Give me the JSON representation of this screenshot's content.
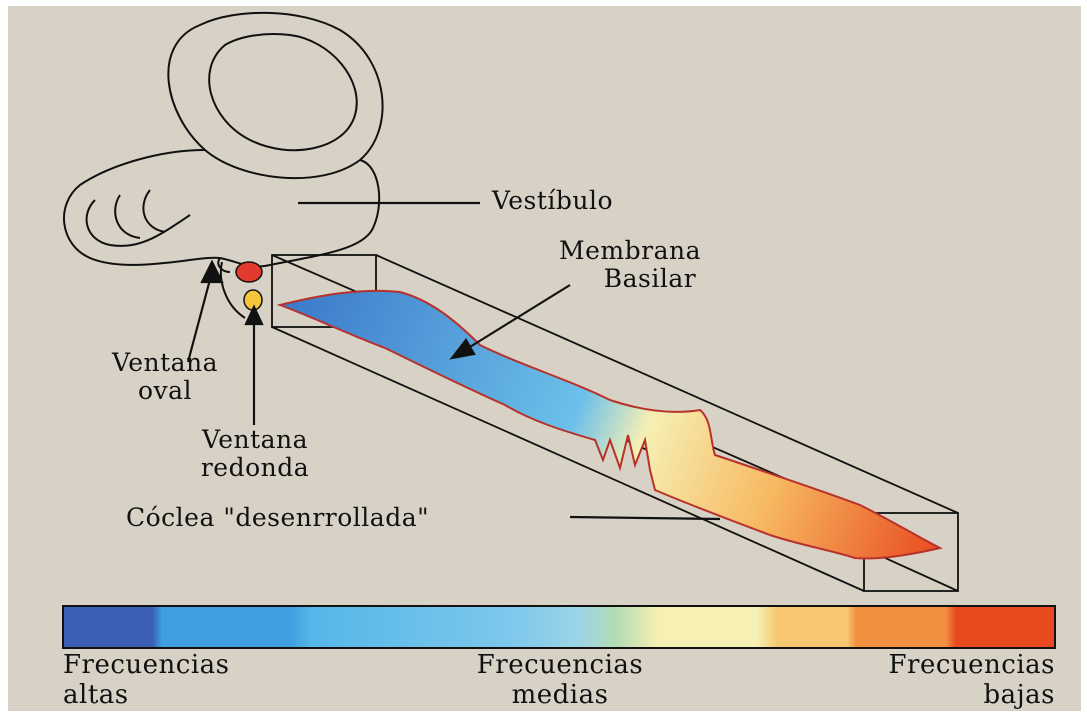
{
  "labels": {
    "vestibulo": "Vestíbulo",
    "membrana_line1": "Membrana",
    "membrana_line2": "Basilar",
    "ventana_oval_line1": "Ventana",
    "ventana_oval_line2": "oval",
    "ventana_redonda_line1": "Ventana",
    "ventana_redonda_line2": "redonda",
    "coclea": "Cóclea \"desenrrollada\""
  },
  "frequency_bar": {
    "left_line1": "Frecuencias",
    "left_line2": "altas",
    "middle_line1": "Frecuencias",
    "middle_line2": "medias",
    "right_line1": "Frecuencias",
    "right_line2": "bajas"
  },
  "colors": {
    "background": "#d8d2c6",
    "outline": "#111111",
    "membrane_edge": "#b8322a",
    "oval_window": "#e23a2c",
    "round_window": "#f2c53a",
    "gradient_stops": [
      "#3a64b8",
      "#3ea0e0",
      "#56b6e8",
      "#8fd0ec",
      "#b8dcc0",
      "#f6f0b4",
      "#f7c870",
      "#f29848",
      "#ee7030",
      "#e84a20"
    ]
  }
}
